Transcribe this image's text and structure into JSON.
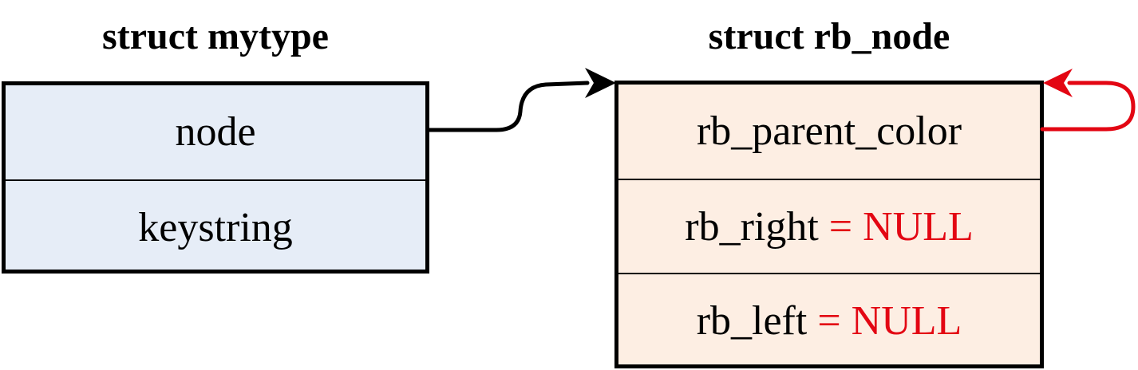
{
  "structs": {
    "mytype": {
      "title": "struct mytype",
      "fields": [
        "node",
        "keystring"
      ]
    },
    "rb_node": {
      "title": "struct rb_node",
      "fields": [
        {
          "name": "rb_parent_color",
          "value": ""
        },
        {
          "name": "rb_right",
          "value": " = NULL"
        },
        {
          "name": "rb_left",
          "value": " = NULL"
        }
      ]
    }
  },
  "colors": {
    "mytype_fill": "#e6edf7",
    "rb_node_fill": "#fdeee3",
    "null_text": "#e30613",
    "self_pointer": "#e30613",
    "pointer": "#000000"
  }
}
